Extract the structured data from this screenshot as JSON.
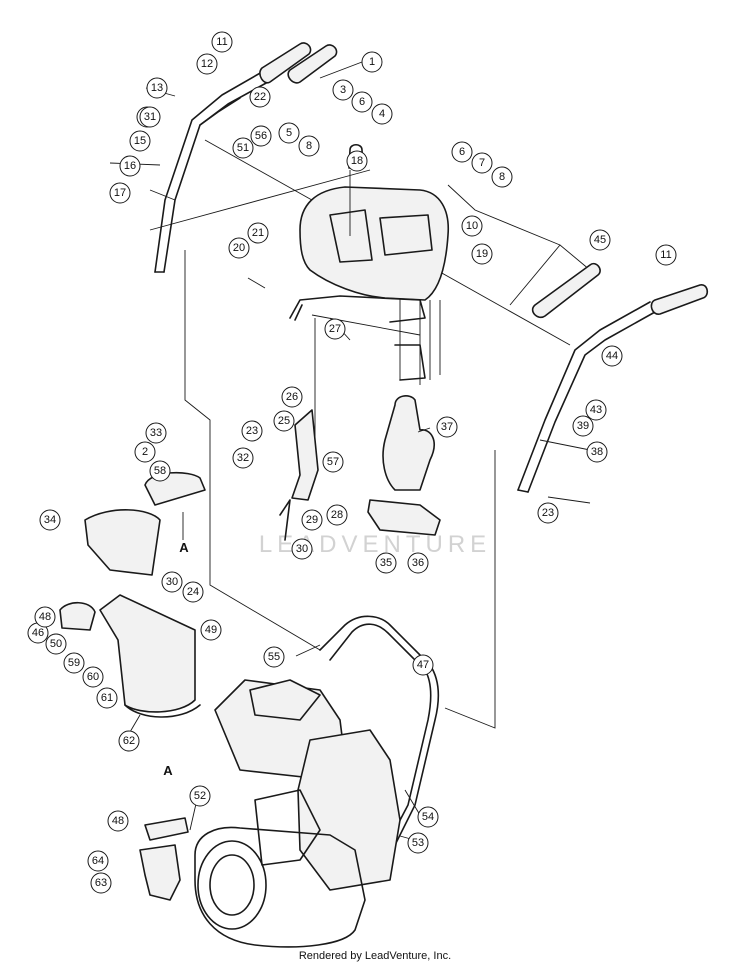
{
  "diagram": {
    "callouts": [
      "1",
      "2",
      "3",
      "4",
      "5",
      "6",
      "6",
      "7",
      "8",
      "8",
      "10",
      "11",
      "11",
      "12",
      "13",
      "14",
      "15",
      "16",
      "17",
      "18",
      "19",
      "20",
      "21",
      "22",
      "23",
      "23",
      "24",
      "25",
      "26",
      "27",
      "28",
      "29",
      "30",
      "30",
      "31",
      "32",
      "33",
      "34",
      "35",
      "36",
      "37",
      "38",
      "39",
      "43",
      "44",
      "45",
      "46",
      "47",
      "48",
      "48",
      "49",
      "50",
      "51",
      "52",
      "53",
      "54",
      "55",
      "56",
      "57",
      "58",
      "59",
      "60",
      "61",
      "62",
      "63",
      "64"
    ],
    "reference_letters": [
      "A",
      "A"
    ],
    "watermark": "LEADVENTURE"
  },
  "footer": {
    "text": "Rendered by LeadVenture, Inc."
  }
}
